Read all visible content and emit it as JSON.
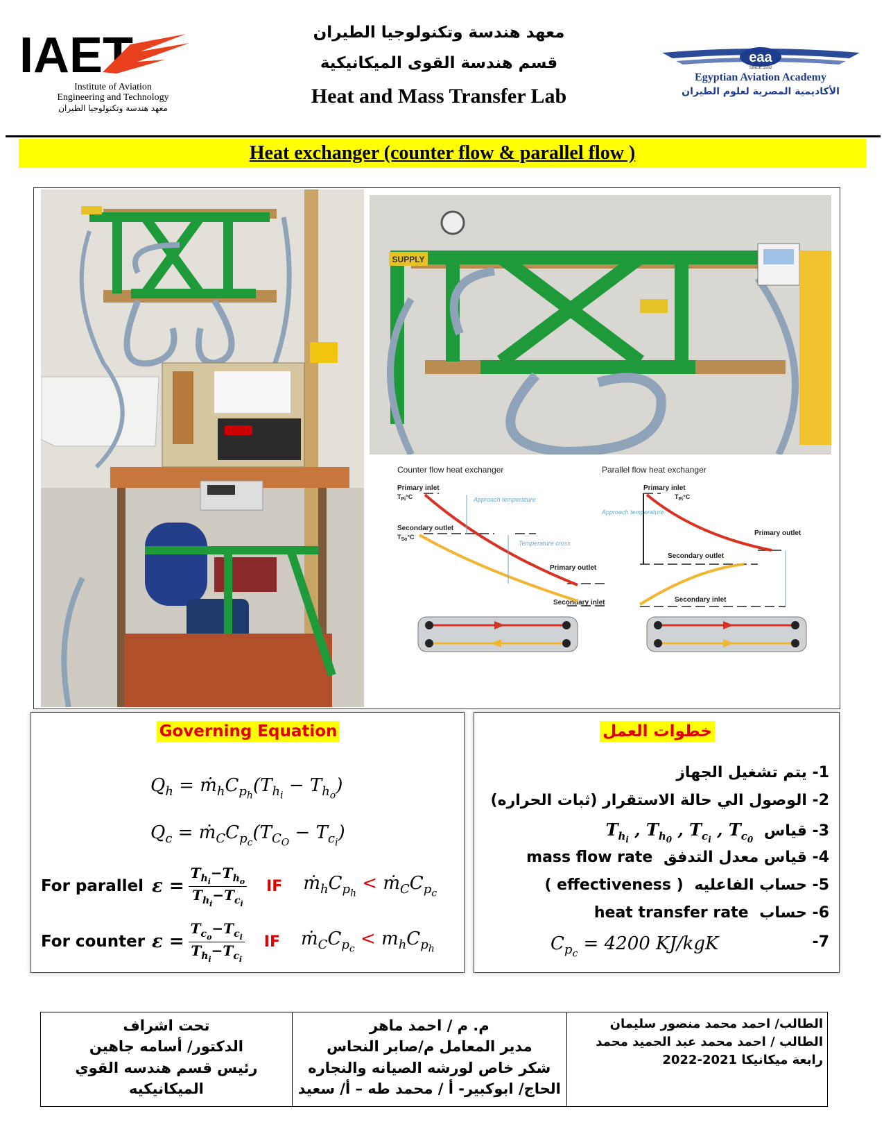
{
  "header": {
    "institute_ar": "معهد هندسة وتكنولوجيا الطيران",
    "department_ar": "قسم هندسة القوى الميكانيكية",
    "lab_en": "Heat and Mass Transfer Lab",
    "left_logo": {
      "mark": "IAET",
      "line1": "Institute of Aviation",
      "line2": "Engineering and Technology",
      "line3_ar": "معهد هندسة وتكنولوجيا الطيران"
    },
    "right_logo": {
      "mark": "eaa",
      "since": "SINCE 1932",
      "name_en": "Egyptian Aviation Academy",
      "name_ar": "الأكاديمية المصرية لعلوم الطيران"
    }
  },
  "title": "Heat exchanger (counter flow & parallel flow )",
  "diagram": {
    "counter": {
      "title": "Counter flow heat exchanger",
      "primary_inlet": "Primary inlet",
      "secondary_outlet": "Secondary outlet",
      "primary_outlet": "Primary outlet",
      "secondary_inlet": "Secondary inlet",
      "approach": "Approach temperature",
      "cross": "Temperature cross"
    },
    "parallel": {
      "title": "Parallel flow heat exchanger",
      "primary_inlet": "Primary inlet",
      "primary_outlet": "Primary outlet",
      "secondary_outlet": "Secondary outlet",
      "secondary_inlet": "Secondary inlet",
      "approach": "Approach temperature"
    },
    "supply_label": "SUPPLY"
  },
  "governing": {
    "heading": "Governing Equation",
    "for_parallel": "For parallel",
    "for_counter": "For counter",
    "if_word": "IF"
  },
  "steps": {
    "heading": "خطوات العمل",
    "items": [
      {
        "n": "1-",
        "text": "يتم تشغيل الجهاز"
      },
      {
        "n": "2-",
        "text": "الوصول الي حالة الاستقرار (ثبات الحراره)"
      },
      {
        "n": "3-",
        "text": "قياس"
      },
      {
        "n": "4-",
        "text": "قياس معدل التدفق",
        "en": "mass flow rate"
      },
      {
        "n": "5-",
        "text": "حساب  الفاعليه",
        "en": "( effectiveness )"
      },
      {
        "n": "6-",
        "text": "حساب",
        "en": "heat transfer rate"
      },
      {
        "n": "7-",
        "text": "4200 KJ/kgK"
      }
    ]
  },
  "signatures": {
    "supervision": [
      "تحت اشراف",
      "الدكتور/ أسامه جاهين",
      "رئيس قسم هندسه القوي الميكانيكيه"
    ],
    "thanks": [
      "م. م / احمد ماهر",
      "مدير المعامل  م/صابر النحاس",
      "شكر خاص لورشه الصيانه والنجاره",
      "الحاج/ ابوكبير-  أ / محمد طه  –  أ/ سعيد"
    ],
    "students": [
      "الطالب/ احمد محمد منصور سليمان",
      "الطالب / احمد محمد عبد الحميد محمد",
      "رابعة ميكانيكا 2021-2022"
    ]
  }
}
